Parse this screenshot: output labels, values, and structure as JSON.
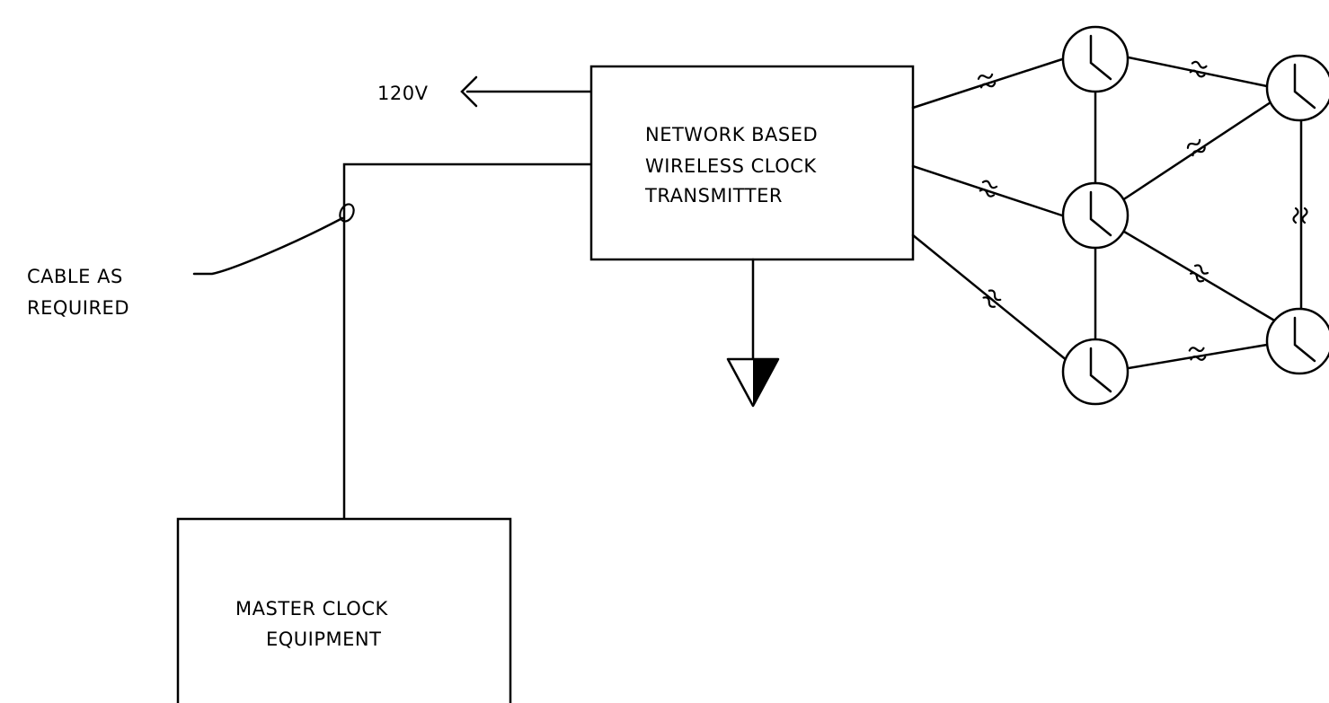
{
  "diagram": {
    "power_label": "120V",
    "transmitter_label": [
      "NETWORK BASED",
      "WIRELESS CLOCK",
      "TRANSMITTER"
    ],
    "cable_label": [
      "CABLE AS",
      "REQUIRED"
    ],
    "master_clock_label": [
      "MASTER CLOCK",
      "EQUIPMENT"
    ],
    "nodes": [
      {
        "id": "power-arrow",
        "type": "arrow"
      },
      {
        "id": "transmitter",
        "type": "box"
      },
      {
        "id": "master-clock",
        "type": "box"
      },
      {
        "id": "ground",
        "type": "ground-symbol"
      },
      {
        "id": "clock-1",
        "type": "clock"
      },
      {
        "id": "clock-2",
        "type": "clock"
      },
      {
        "id": "clock-3",
        "type": "clock"
      },
      {
        "id": "clock-4",
        "type": "clock"
      },
      {
        "id": "clock-5",
        "type": "clock"
      }
    ],
    "edges": [
      {
        "from": "transmitter",
        "to": "power-arrow",
        "kind": "wired"
      },
      {
        "from": "master-clock",
        "to": "transmitter",
        "kind": "cable"
      },
      {
        "from": "transmitter",
        "to": "ground",
        "kind": "wired"
      },
      {
        "from": "transmitter",
        "to": "clock-1",
        "kind": "wireless"
      },
      {
        "from": "transmitter",
        "to": "clock-2",
        "kind": "wireless"
      },
      {
        "from": "transmitter",
        "to": "clock-3",
        "kind": "wireless"
      },
      {
        "from": "clock-1",
        "to": "clock-2",
        "kind": "wired"
      },
      {
        "from": "clock-2",
        "to": "clock-3",
        "kind": "wired"
      },
      {
        "from": "clock-1",
        "to": "clock-4",
        "kind": "wireless"
      },
      {
        "from": "clock-2",
        "to": "clock-4",
        "kind": "wireless"
      },
      {
        "from": "clock-2",
        "to": "clock-5",
        "kind": "wireless"
      },
      {
        "from": "clock-3",
        "to": "clock-5",
        "kind": "wireless"
      },
      {
        "from": "clock-4",
        "to": "clock-5",
        "kind": "wireless"
      }
    ]
  }
}
